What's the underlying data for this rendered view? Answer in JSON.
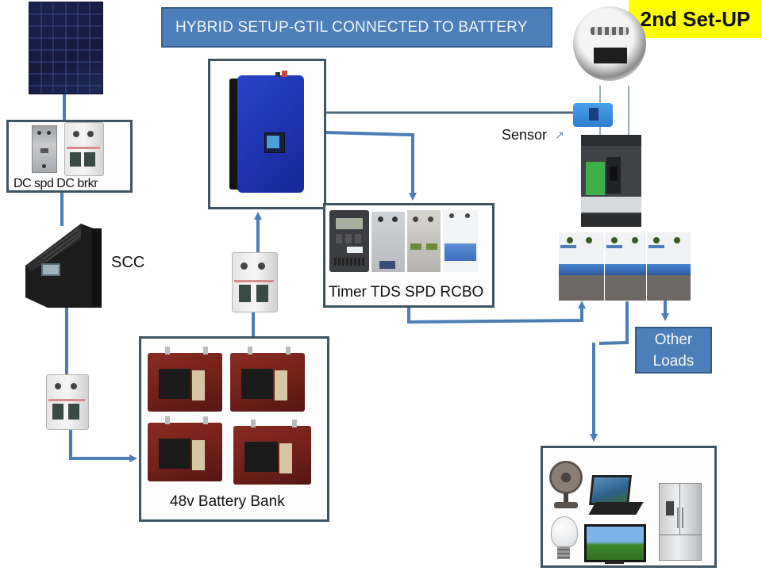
{
  "title": "HYBRID SETUP-GTIL CONNECTED TO BATTERY",
  "badge": "2nd Set-UP",
  "colors": {
    "title_bg": "#4c7fb9",
    "badge_bg": "#ffff00",
    "wire": "#4a7eb5",
    "frame": "#3f5563"
  },
  "components": {
    "solar_panel": {
      "icon": "solar-panel-icon"
    },
    "dc_protection": {
      "label": "DC spd DC brkr",
      "icons": [
        "surge-protector-icon",
        "dc-breaker-icon"
      ]
    },
    "charge_controller": {
      "label": "SCC",
      "icon": "charge-controller-icon"
    },
    "battery_breaker": {
      "icon": "dc-breaker-icon"
    },
    "battery_bank": {
      "label": "48v Battery Bank",
      "battery_count": 4,
      "icon": "battery-icon"
    },
    "inverter_breaker": {
      "icon": "dc-breaker-icon"
    },
    "inverter": {
      "icon": "grid-tie-inverter-icon"
    },
    "ac_protection": {
      "label": "Timer TDS SPD RCBO",
      "icons": [
        "timer-icon",
        "tds-icon",
        "spd-icon",
        "rcbo-icon"
      ]
    },
    "energy_meter": {
      "icon": "energy-meter-icon"
    },
    "sensor": {
      "label": "Sensor",
      "icon": "current-sensor-icon"
    },
    "main_breaker": {
      "icon": "mccb-icon"
    },
    "distribution_breakers": {
      "count": 3,
      "icon": "mcb-icon"
    },
    "other_loads": {
      "label_line1": "Other",
      "label_line2": "Loads"
    },
    "appliances": {
      "items": [
        "fan",
        "laptop",
        "light-bulb",
        "tv",
        "refrigerator"
      ]
    }
  }
}
